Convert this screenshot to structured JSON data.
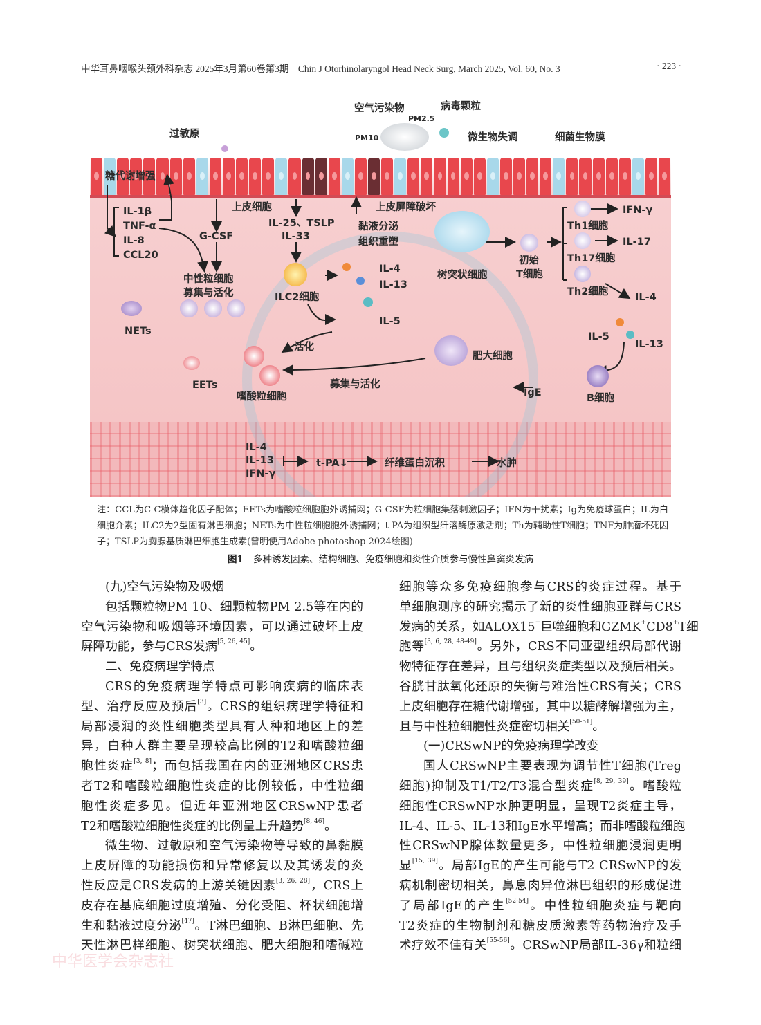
{
  "header": {
    "journal": "中华耳鼻咽喉头颈外科杂志 2025年3月第60卷第3期　Chin J Otorhinolaryngol Head Neck Surg, March 2025, Vol. 60, No. 3",
    "page": "· 223 ·"
  },
  "figure": {
    "labels": {
      "air_pollutants": "空气污染物",
      "virus": "病毒颗粒",
      "pm25": "PM2.5",
      "pm10": "PM10",
      "allergen": "过敏原",
      "microbe": "微生物失调",
      "biofilm": "细菌生物膜",
      "glyco": "糖代谢增强",
      "il1b": "IL-1β",
      "tnfa": "TNF-α",
      "il8": "IL-8",
      "ccl20": "CCL20",
      "epithelial": "上皮细胞",
      "gcsf": "G-CSF",
      "il25": "IL-25、TSLP",
      "il33": "IL-33",
      "barrier": "上皮屏障破坏",
      "mucus": "黏液分泌",
      "remodel": "组织重塑",
      "neutro1": "中性粒细胞",
      "neutro2": "募集与活化",
      "ilc2": "ILC2细胞",
      "il4a": "IL-4",
      "il13a": "IL-13",
      "il5a": "IL-5",
      "dc": "树突状细胞",
      "naive1": "初始",
      "naive2": "T细胞",
      "th1": "Th1细胞",
      "th17": "Th17细胞",
      "th2": "Th2细胞",
      "ifng": "IFN-γ",
      "il17": "IL-17",
      "il4b": "IL-4",
      "il5b": "IL-5",
      "il13b": "IL-13",
      "nets": "NETs",
      "activate": "活化",
      "mast": "肥大细胞",
      "eets": "EETs",
      "eos": "嗜酸粒细胞",
      "recruit": "募集与活化",
      "ige": "IgE",
      "bcell": "B细胞",
      "il4c": "IL-4",
      "il13c": "IL-13",
      "ifngc": "IFN-γ",
      "tpa": "t-PA↓",
      "fibrin": "纤维蛋白沉积",
      "edema": "水肿"
    },
    "note": "注：CCL为C-C模体趋化因子配体；EETs为嗜酸粒细胞胞外诱捕网；G-CSF为粒细胞集落刺激因子；IFN为干扰素；Ig为免疫球蛋白；IL为白细胞介素；ILC2为2型固有淋巴细胞；NETs为中性粒细胞胞外诱捕网；t-PA为组织型纤溶酶原激活剂；Th为辅助性T细胞；TNF为肿瘤坏死因子；TSLP为胸腺基质淋巴细胞生成素(曾明使用Adobe photoshop 2024绘图)",
    "caption_num": "图1",
    "caption": "多种诱发因素、结构细胞、免疫细胞和炎性介质参与慢性鼻窦炎发病"
  },
  "body": {
    "left": [
      {
        "heading": true,
        "lines": [
          [
            "(九)空气污染物及吸烟"
          ]
        ]
      },
      {
        "lines": [
          [
            "包括颗粒物PM 10、细颗粒物PM 2.5等在内的"
          ],
          [
            "空气污染物和吸烟等环境因素，可以通过破坏上皮"
          ],
          [
            "屏障功能，参与CRS发病",
            {
              "sup": "[5, 26, 45]"
            },
            "。"
          ]
        ]
      },
      {
        "heading": true,
        "lines": [
          [
            "二、免疫病理学特点"
          ]
        ]
      },
      {
        "lines": [
          [
            "CRS的免疫病理学特点可影响疾病的临床表"
          ],
          [
            "型、治疗反应及预后",
            {
              "sup": "[3]"
            },
            "。CRS的组织病理学特征和"
          ],
          [
            "局部浸润的炎性细胞类型具有人种和地区上的差"
          ],
          [
            "异，白种人群主要呈现较高比例的T2和嗜酸粒细"
          ],
          [
            "胞性炎症",
            {
              "sup": "[3, 8]"
            },
            "；而包括我国在内的亚洲地区CRS患"
          ],
          [
            "者T2和嗜酸粒细胞性炎症的比例较低，中性粒细"
          ],
          [
            "胞性炎症多见。但近年亚洲地区CRSwNP患者"
          ],
          [
            "T2和嗜酸粒细胞性炎症的比例呈上升趋势",
            {
              "sup": "[8, 46]"
            },
            "。"
          ]
        ]
      },
      {
        "lines": [
          [
            "微生物、过敏原和空气污染物等导致的鼻黏膜"
          ],
          [
            "上皮屏障的功能损伤和异常修复以及其诱发的炎"
          ],
          [
            "性反应是CRS发病的上游关键因素",
            {
              "sup": "[3, 26, 28]"
            },
            "，CRS上"
          ],
          [
            "皮存在基底细胞过度增殖、分化受阻、杯状细胞增"
          ],
          [
            "生和黏液过度分泌",
            {
              "sup": "[47]"
            },
            "。T淋巴细胞、B淋巴细胞、先"
          ],
          [
            "天性淋巴样细胞、树突状细胞、肥大细胞和嗜碱粒"
          ]
        ],
        "continues": true
      }
    ],
    "right": [
      {
        "continued": true,
        "lines": [
          [
            "细胞等众多免疫细胞参与CRS的炎症过程。基于"
          ],
          [
            "单细胞测序的研究揭示了新的炎性细胞亚群与CRS"
          ],
          [
            "发病的关系，如ALOX15",
            {
              "sup": "+"
            },
            "巨噬细胞和GZMK",
            {
              "sup": "+"
            },
            "CD8",
            {
              "sup": "+"
            },
            "T细"
          ],
          [
            "胞等",
            {
              "sup": "[3, 6, 28, 48-49]"
            },
            "。另外，CRS不同亚型组织局部代谢"
          ],
          [
            "物特征存在差异，且与组织炎症类型以及预后相关。"
          ],
          [
            "谷胱甘肽氧化还原的失衡与难治性CRS有关；CRS"
          ],
          [
            "上皮细胞存在糖代谢增强，其中以糖酵解增强为主，"
          ],
          [
            "且与中性粒细胞性炎症密切相关",
            {
              "sup": "[50-51]"
            },
            "。"
          ]
        ]
      },
      {
        "heading": true,
        "lines": [
          [
            "(一)CRSwNP的免疫病理学改变"
          ]
        ]
      },
      {
        "lines": [
          [
            "国人CRSwNP主要表现为调节性T细胞(Treg"
          ],
          [
            "细胞)抑制及T1/T2/T3混合型炎症",
            {
              "sup": "[8, 29, 39]"
            },
            "。嗜酸粒"
          ],
          [
            "细胞性CRSwNP水肿更明显，呈现T2炎症主导，"
          ],
          [
            "IL-4、IL-5、IL-13和IgE水平增高；而非嗜酸粒细胞"
          ],
          [
            "性CRSwNP腺体数量更多，中性粒细胞浸润更明"
          ],
          [
            "显",
            {
              "sup": "[15, 39]"
            },
            "。局部IgE的产生可能与T2 CRSwNP的发"
          ],
          [
            "病机制密切相关，鼻息肉异位淋巴组织的形成促进"
          ],
          [
            "了局部IgE的产生",
            {
              "sup": "[52-54]"
            },
            "。中性粒细胞炎症与靶向"
          ],
          [
            "T2炎症的生物制剂和糖皮质激素等药物治疗及手"
          ],
          [
            "术疗效不佳有关",
            {
              "sup": "[55-56]"
            },
            "。CRSwNP局部IL-36γ和粒细"
          ]
        ],
        "continues": true
      }
    ]
  },
  "footer": {
    "publisher": "中华医学会杂志社"
  }
}
